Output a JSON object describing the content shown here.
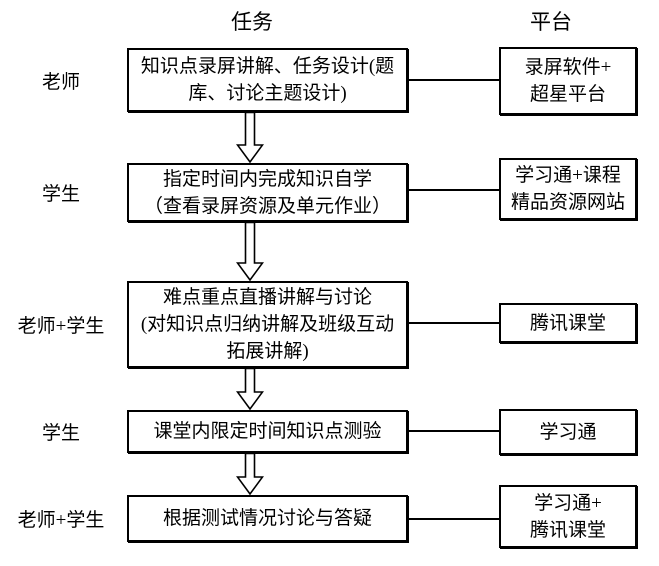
{
  "diagram": {
    "title_columns": {
      "tasks": "任务",
      "platforms": "平台"
    },
    "rows": [
      {
        "actor": "老师",
        "task": "知识点录屏讲解、任务设计(题\n库、讨论主题设计)",
        "platform": "录屏软件+\n超星平台"
      },
      {
        "actor": "学生",
        "task": "指定时间内完成知识自学\n（查看录屏资源及单元作业）",
        "platform": "学习通+课程\n精品资源网站"
      },
      {
        "actor": "老师+学生",
        "task": "难点重点直播讲解与讨论\n(对知识点归纳讲解及班级互动\n拓展讲解)",
        "platform": "腾讯课堂"
      },
      {
        "actor": "学生",
        "task": "课堂内限定时间知识点测验",
        "platform": "学习通"
      },
      {
        "actor": "老师+学生",
        "task": "根据测试情况讨论与答疑",
        "platform": "学习通+\n腾讯课堂"
      }
    ],
    "icons": {
      "flow_arrow": "hollow-double-down-arrow"
    },
    "colors": {
      "line": "#000000",
      "background": "#ffffff"
    }
  }
}
